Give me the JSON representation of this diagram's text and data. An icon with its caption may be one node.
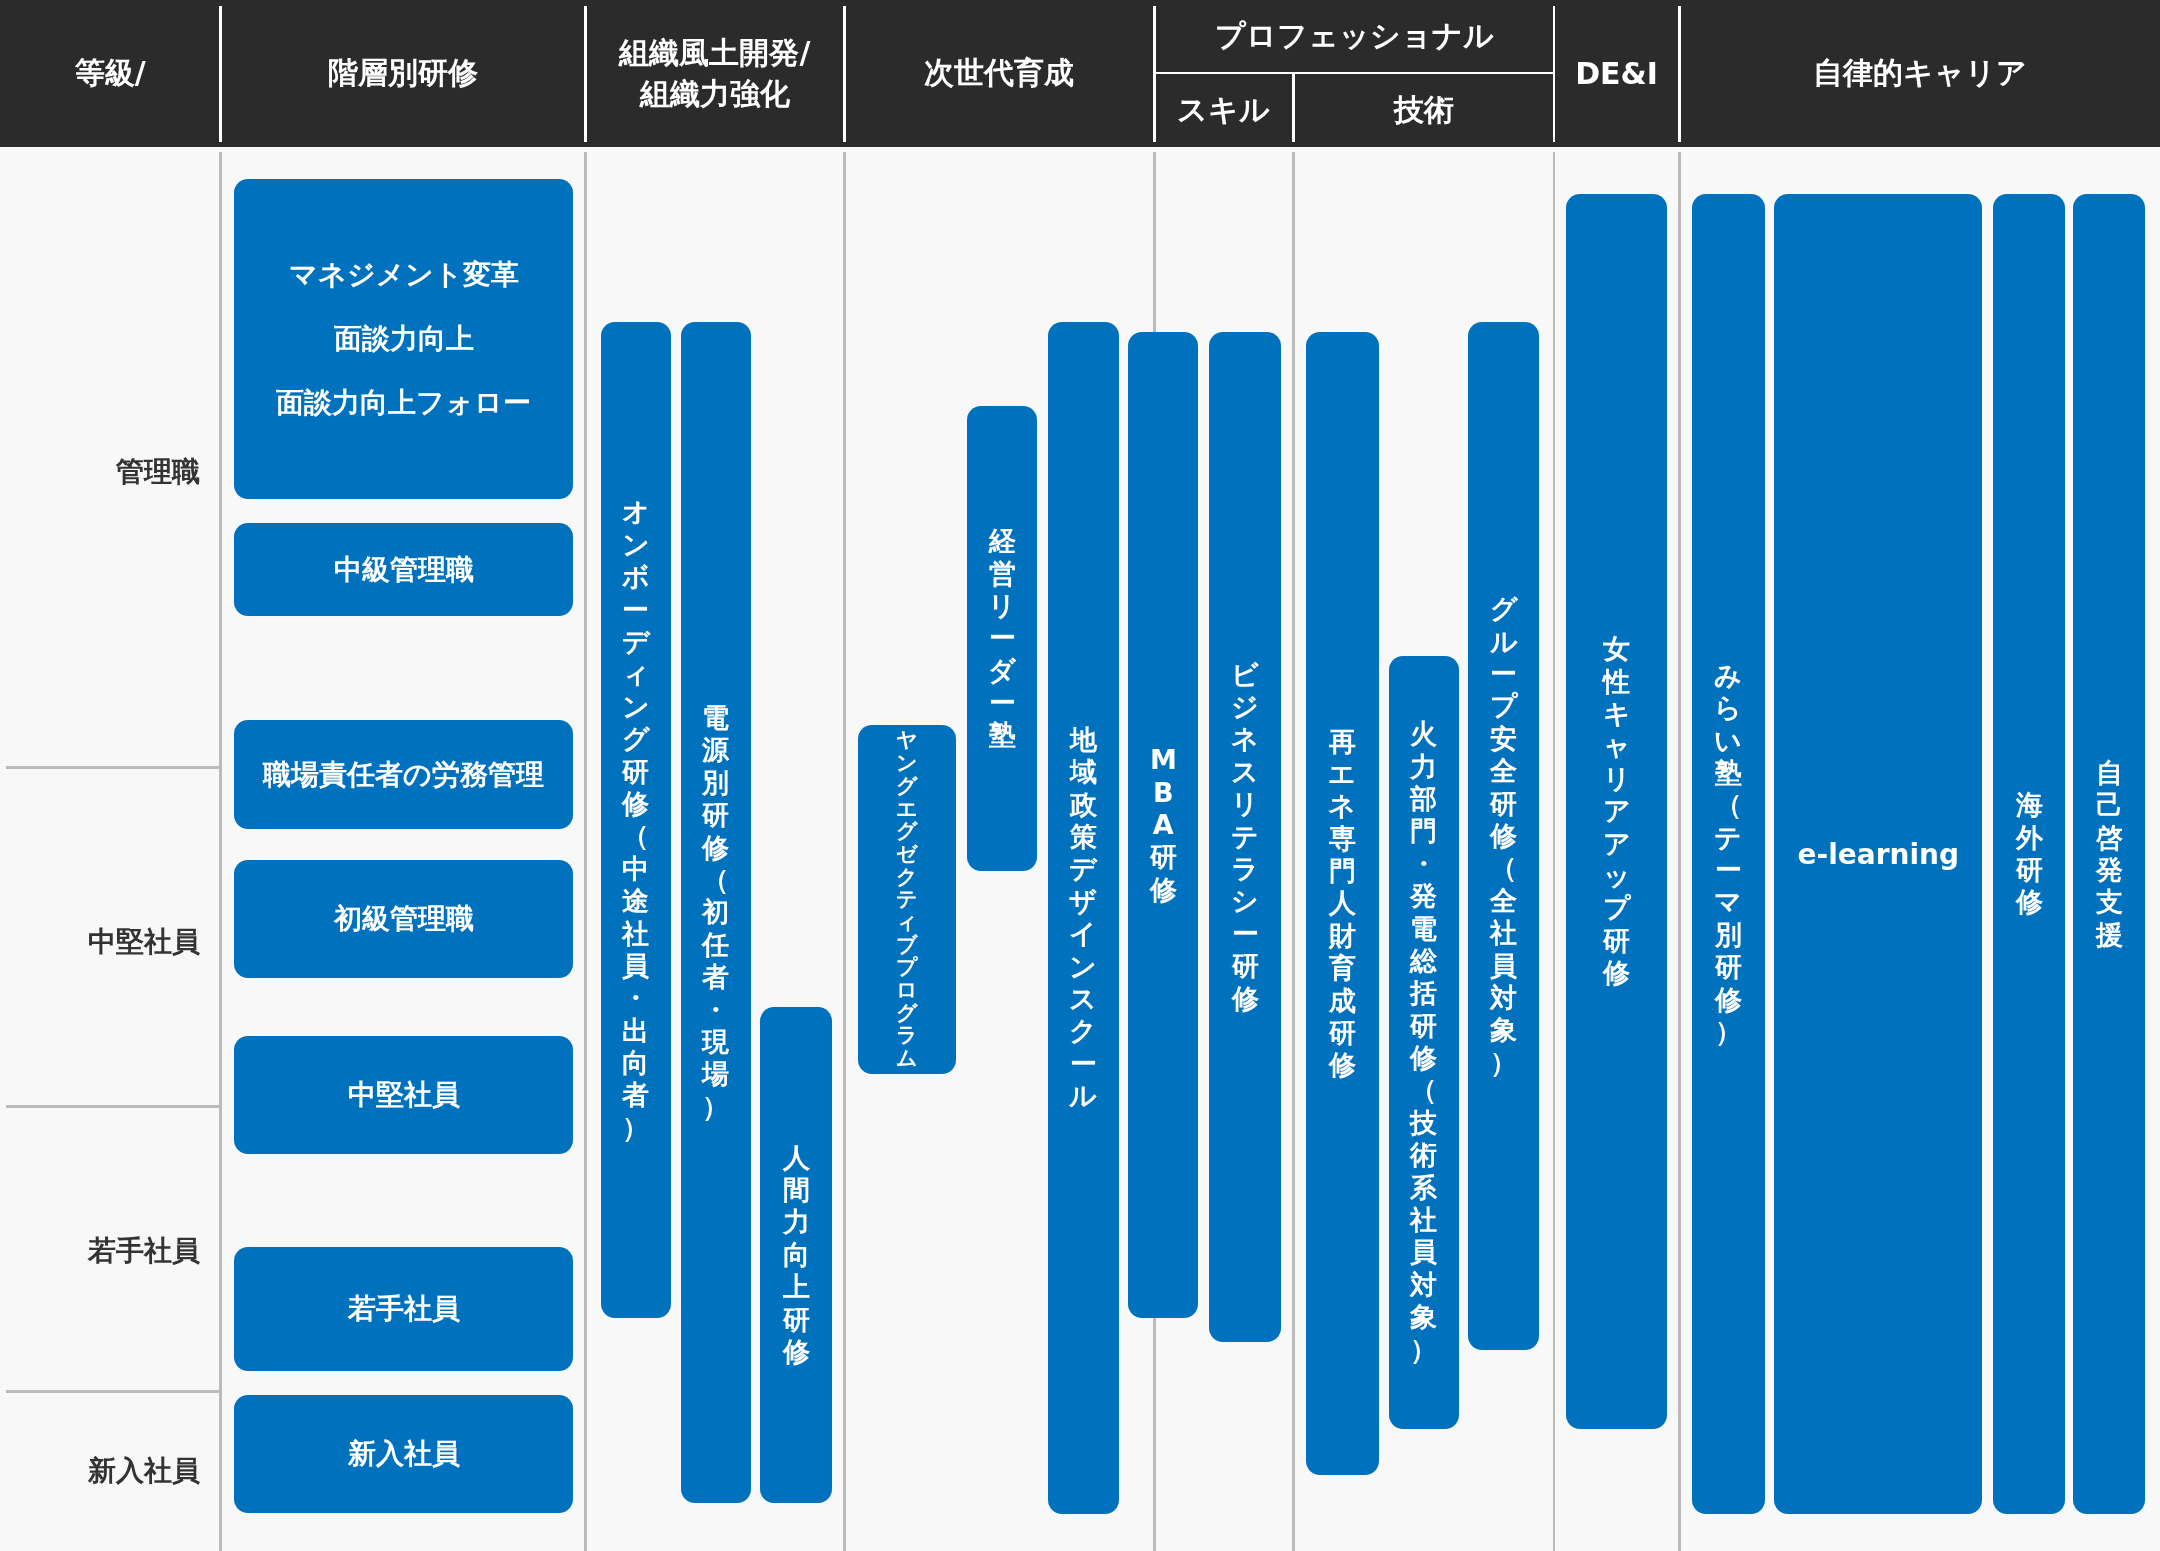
{
  "diagram": {
    "nodes": [
      {
        "text": [
          "マネジメント変革",
          "面談力向上",
          "面談力向上フォロー"
        ]
      },
      {
        "text": [
          "中級管理職"
        ]
      },
      {
        "text": [
          "職場責任者の労務管理"
        ]
      },
      {
        "text": [
          "初級管理職"
        ]
      },
      {
        "text": [
          "中堅社員"
        ]
      },
      {
        "text": [
          "若手社員"
        ]
      },
      {
        "text": [
          "新入社員"
        ]
      },
      {
        "text": [
          "オンボーディング研修（中途社員・出向者）"
        ]
      },
      {
        "text": [
          "電源別研修（初任者・現場）"
        ]
      },
      {
        "text": [
          "人間力向上研修"
        ]
      },
      {
        "text": [
          "ヤングエグゼクティブプログラム"
        ]
      },
      {
        "text": [
          "経営リーダー塾"
        ]
      },
      {
        "text": [
          "地域政策デザインスクール"
        ]
      },
      {
        "text": [
          "MBA研修"
        ]
      },
      {
        "text": [
          "ビジネスリテラシー研修"
        ]
      },
      {
        "text": [
          "再エネ専門人財育成研修"
        ]
      },
      {
        "text": [
          "火力部門・発電総括研修（技術系社員対象）"
        ]
      },
      {
        "text": [
          "グループ安全研修（全社員対象）"
        ]
      },
      {
        "text": [
          "女性キャリアアップ研修"
        ]
      },
      {
        "text": [
          "みらい塾（テーマ別研修）"
        ]
      },
      {
        "text": [
          "e-learning"
        ]
      },
      {
        "text": [
          "海外研修"
        ]
      },
      {
        "text": [
          "自己啓発支援"
        ]
      }
    ],
    "labels": [
      "等級/",
      "階層別研修",
      "組織風土開発/組織力強化",
      "次世代育成",
      "プロフェッショナル",
      "スキル",
      "技術",
      "DE&I",
      "自律的キャリア",
      "管理職",
      "中堅社員",
      "若手社員",
      "新入社員"
    ]
  }
}
